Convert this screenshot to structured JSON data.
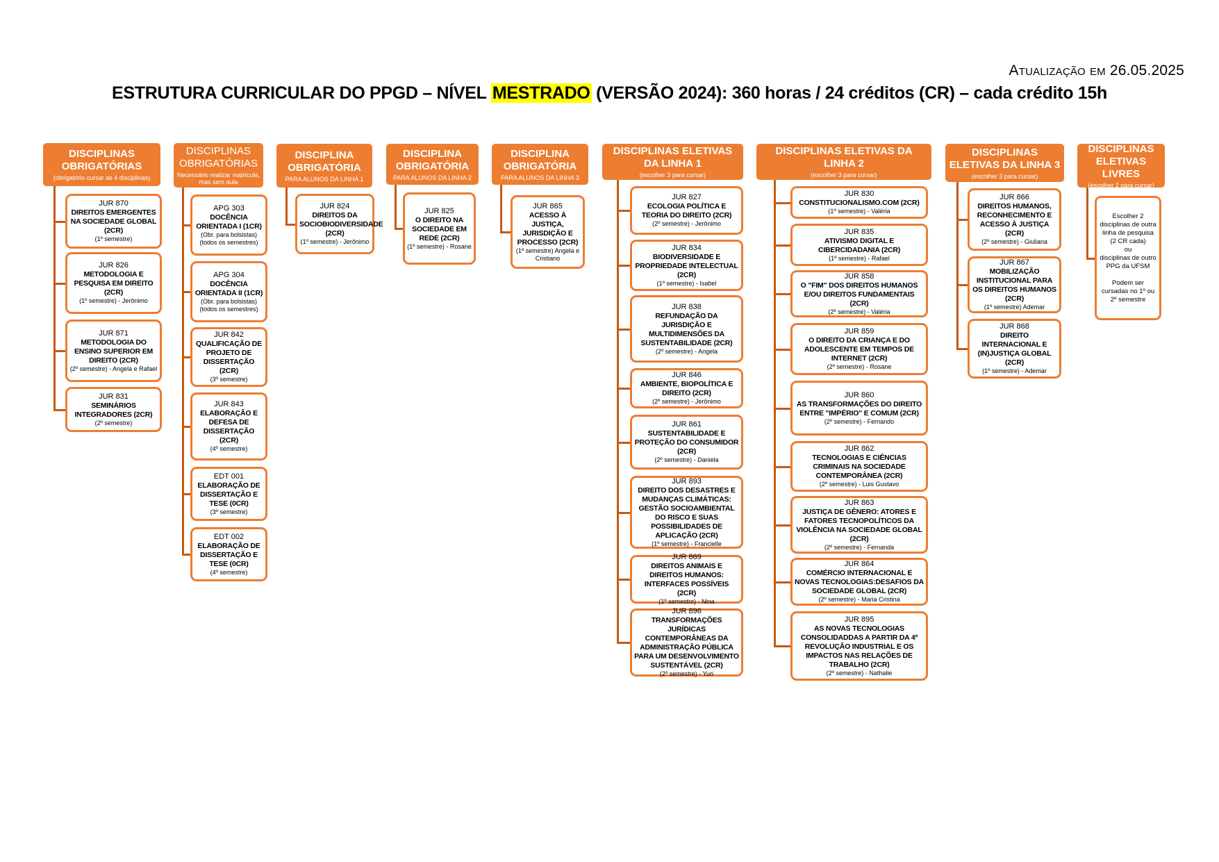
{
  "update": "Atualização em 26.05.2025",
  "title": {
    "prefix": "ESTRUTURA CURRICULAR DO PPGD – NÍVEL ",
    "highlight": "MESTRADO",
    "suffix": " (VERSÃO 2024): 360 horas / 24 créditos (CR) – cada crédito 15h"
  },
  "colors": {
    "accent": "#ED7D31",
    "connector": "#C55A11",
    "highlight": "#FFFF00"
  },
  "columns": [
    {
      "header": "DISCIPLINAS OBRIGATÓRIAS",
      "sub": "(obrigatório cursar as 4 disciplinas)",
      "items": [
        {
          "code": "JUR 870",
          "title": "DIREITOS EMERGENTES NA SOCIEDADE GLOBAL (2CR)",
          "note": "(1º semestre)"
        },
        {
          "code": "JUR 826",
          "title": "METODOLOGIA E PESQUISA EM DIREITO (2CR)",
          "note": "(1º semestre) - Jerônimo"
        },
        {
          "code": "JUR 871",
          "title": "METODOLOGIA DO ENSINO SUPERIOR EM DIREITO (2CR)",
          "note": "(2º semestre) - Angela e Rafael"
        },
        {
          "code": "JUR 831",
          "title": "SEMINÁRIOS INTEGRADORES (2CR)",
          "note": "(2º semestre)"
        }
      ]
    },
    {
      "header": "DISCIPLINAS OBRIGATÓRIAS",
      "sub": "Necessário realizar matrícula, mas sem aula",
      "items": [
        {
          "code": "APG 303",
          "title": "DOCÊNCIA ORIENTADA I (1CR)",
          "note": "(Obr. para bolsistas)\n(todos os semestres)"
        },
        {
          "code": "APG 304",
          "title": "DOCÊNCIA ORIENTADA II (1CR)",
          "note": "(Obr. para bolsistas)\n(todos os semestres)"
        },
        {
          "code": "JUR 842",
          "title": "QUALIFICAÇÃO DE PROJETO DE DISSERTAÇÃO (2CR)",
          "note": "(3º semestre)"
        },
        {
          "code": "JUR 843",
          "title": "ELABORAÇÃO E DEFESA DE DISSERTAÇÃO (2CR)",
          "note": "(4º semestre)"
        },
        {
          "code": "EDT 001",
          "title": "ELABORAÇÃO DE DISSERTAÇÃO E TESE (0CR)",
          "note": "(3º semestre)"
        },
        {
          "code": "EDT 002",
          "title": "ELABORAÇÃO DE DISSERTAÇÃO E TESE (0CR)",
          "note": "(4º semestre)"
        }
      ]
    },
    {
      "header": "DISCIPLINA OBRIGATÓRIA",
      "sub": "PARA ALUNOS DA LINHA 1",
      "items": [
        {
          "code": "JUR 824",
          "title": "DIREITOS DA SOCIOBIODIVERSIDADE (2CR)",
          "note": "(1º semestre) - Jerônimo"
        }
      ]
    },
    {
      "header": "DISCIPLINA OBRIGATÓRIA",
      "sub": "PARA ALUNOS DA LINHA 2",
      "items": [
        {
          "code": "JUR 825",
          "title": "O DIREITO NA SOCIEDADE EM REDE (2CR)",
          "note": "(1º semestre) - Rosane"
        }
      ]
    },
    {
      "header": "DISCIPLINA OBRIGATÓRIA",
      "sub": "PARA ALUNOS DA LINHA 3",
      "items": [
        {
          "code": "JUR 865",
          "title": "ACESSO À JUSTIÇA, JURISDIÇÃO E PROCESSO (2CR)",
          "note": "(1º semestre) Angela e Cristiano"
        }
      ]
    },
    {
      "header": "DISCIPLINAS ELETIVAS DA LINHA 1",
      "sub": "(escolher 3 para cursar)",
      "items": [
        {
          "code": "JUR 827",
          "title": "ECOLOGIA POLÍTICA E TEORIA DO DIREITO (2CR)",
          "note": "(2º semestre) - Jerônimo"
        },
        {
          "code": "JUR 834",
          "title": "BIODIVERSIDADE E PROPRIEDADE INTELECTUAL (2CR)",
          "note": "(1º semestre) - Isabel"
        },
        {
          "code": "JUR 838",
          "title": "REFUNDAÇÃO DA JURISDIÇÃO E MULTIDIMENSÕES DA SUSTENTABILIDADE (2CR)",
          "note": "(2º semestre) - Angela"
        },
        {
          "code": "JUR 846",
          "title": "AMBIENTE, BIOPOLÍTICA E DIREITO (2CR)",
          "note": "(2º semestre) - Jerônimo"
        },
        {
          "code": "JUR 861",
          "title": "SUSTENTABILIDADE E PROTEÇÃO DO CONSUMIDOR (2CR)",
          "note": "(2º semestre) - Daniela"
        },
        {
          "code": "JUR 893",
          "title": "DIREITO DOS DESASTRES E MUDANÇAS CLIMÁTICAS: GESTÃO SOCIOAMBIENTAL DO RISCO E SUAS POSSIBILIDADES DE APLICAÇÃO (2CR)",
          "note": "(1º semestre) - Francielle"
        },
        {
          "code": "JUR 869",
          "title": "DIREITOS ANIMAIS E DIREITOS HUMANOS: INTERFACES POSSÍVEIS (2CR)",
          "note": "(1º semestre) - Nina"
        },
        {
          "code": "JUR 896",
          "title": "TRANSFORMAÇÕES JURÍDICAS CONTEMPORÂNEAS DA ADMINISTRAÇÃO PÚBLICA PARA UM DESENVOLVIMENTO SUSTENTÁVEL (2CR)",
          "note": "(2º semestre) - Yuri"
        }
      ]
    },
    {
      "header": "DISCIPLINAS ELETIVAS DA LINHA 2",
      "sub": "(escolher 3 para cursar)",
      "items": [
        {
          "code": "JUR 830",
          "title": "CONSTITUCIONALISMO.COM (2CR)",
          "note": "(1º semestre) - Valéria"
        },
        {
          "code": "JUR 835",
          "title": "ATIVISMO DIGITAL E CIBERCIDADANIA (2CR)",
          "note": "(1º semestre) - Rafael"
        },
        {
          "code": "JUR 858",
          "title": "O \"FIM\" DOS DIREITOS HUMANOS E/OU DIREITOS FUNDAMENTAIS (2CR)",
          "note": "(2º semestre) - Valéria"
        },
        {
          "code": "JUR 859",
          "title": "O DIREITO DA CRIANÇA E DO ADOLESCENTE EM TEMPOS DE INTERNET (2CR)",
          "note": "(2º semestre) - Rosane"
        },
        {
          "code": "JUR 860",
          "title": "AS TRANSFORMAÇÕES DO DIREITO ENTRE \"IMPÉRIO\" E COMUM (2CR)",
          "note": "(2º semestre) - Fernando"
        },
        {
          "code": "JUR 862",
          "title": "TECNOLOGIAS E CIÊNCIAS CRIMINAIS NA SOCIEDADE CONTEMPORÂNEA (2CR)",
          "note": "(2º semestre) - Luis Gustavo"
        },
        {
          "code": "JUR 863",
          "title": "JUSTIÇA DE GÊNERO: ATORES E FATORES TECNOPOLÍTICOS DA VIOLÊNCIA NA SOCIEDADE GLOBAL (2CR)",
          "note": "(2º semestre) - Fernanda"
        },
        {
          "code": "JUR 864",
          "title": "COMÉRCIO INTERNACIONAL E NOVAS TECNOLOGIAS:DESAFIOS DA SOCIEDADE GLOBAL (2CR)",
          "note": "(2º semestre) - Maria Cristina"
        },
        {
          "code": "JUR 895",
          "title": "AS NOVAS TECNOLOGIAS CONSOLIDADDAS A PARTIR DA 4ª REVOLUÇÃO INDUSTRIAL E OS IMPACTOS NAS RELAÇÕES DE TRABALHO (2CR)",
          "note": "(2º semestre) - Nathalie"
        }
      ]
    },
    {
      "header": "DISCIPLINAS ELETIVAS DA LINHA 3",
      "sub": "(escolher 3 para cursar)",
      "items": [
        {
          "code": "JUR 866",
          "title": "DIREITOS HUMANOS, RECONHECIMENTO E ACESSO À JUSTIÇA (2CR)",
          "note": "(2º semestre) - Giuliana"
        },
        {
          "code": "JUR 867",
          "title": "MOBILIZAÇÃO INSTITUCIONAL PARA OS DIREITOS HUMANOS (2CR)",
          "note": "(1º semestre) Ademar"
        },
        {
          "code": "JUR 868",
          "title": "DIREITO INTERNACIONAL E (IN)JUSTIÇA GLOBAL (2CR)",
          "note": "(1º semestre) - Ademar"
        }
      ]
    },
    {
      "header": "DISCIPLINAS ELETIVAS LIVRES",
      "sub": "(escolher 2 para cursar)",
      "items": [
        {
          "code": "",
          "title": "",
          "note": "Escolher 2 disciplinas de outra linha de pesquisa (2 CR cada)\nou\ndisciplinas de outro PPG da UFSM\n\nPodem ser cursadas no 1º ou 2º semestre"
        }
      ]
    }
  ]
}
